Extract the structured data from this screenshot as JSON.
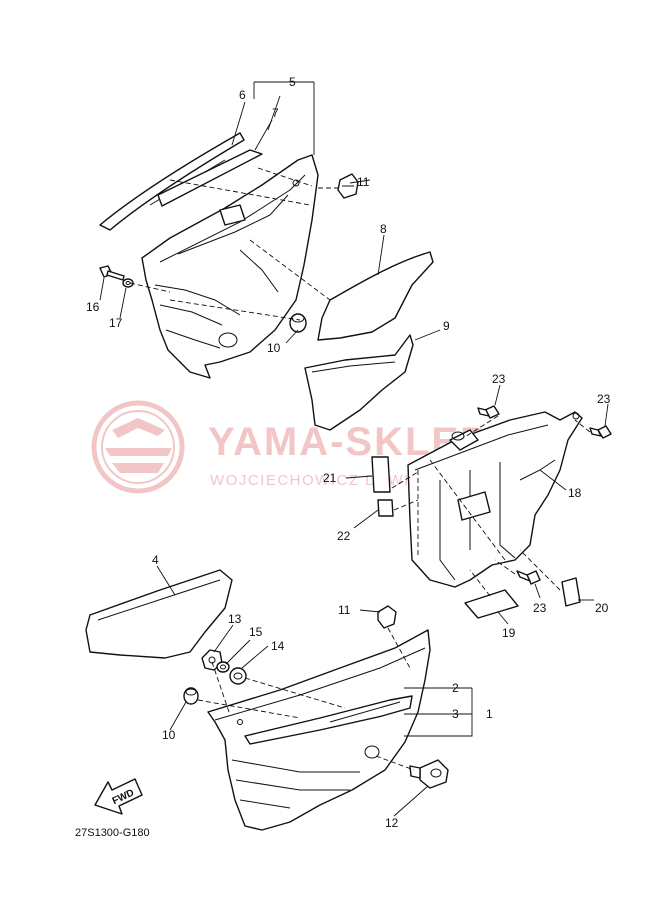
{
  "watermark": {
    "title": "YAMA-SKLEP.PL",
    "subtitle": "WOJCIECHOWICZ DAWID"
  },
  "diagram_code": "27S1300-G180",
  "fwd_label": "FWD",
  "labels": {
    "p1": "1",
    "p2": "2",
    "p3": "3",
    "p4": "4",
    "p5": "5",
    "p6": "6",
    "p7": "7",
    "p8": "8",
    "p9": "9",
    "p10a": "10",
    "p10b": "10",
    "p11a": "11",
    "p11b": "11",
    "p12": "12",
    "p13": "13",
    "p14": "14",
    "p15": "15",
    "p16": "16",
    "p17": "17",
    "p18": "18",
    "p19": "19",
    "p20": "20",
    "p21": "21",
    "p22": "22",
    "p23a": "23",
    "p23b": "23",
    "p23c": "23"
  }
}
